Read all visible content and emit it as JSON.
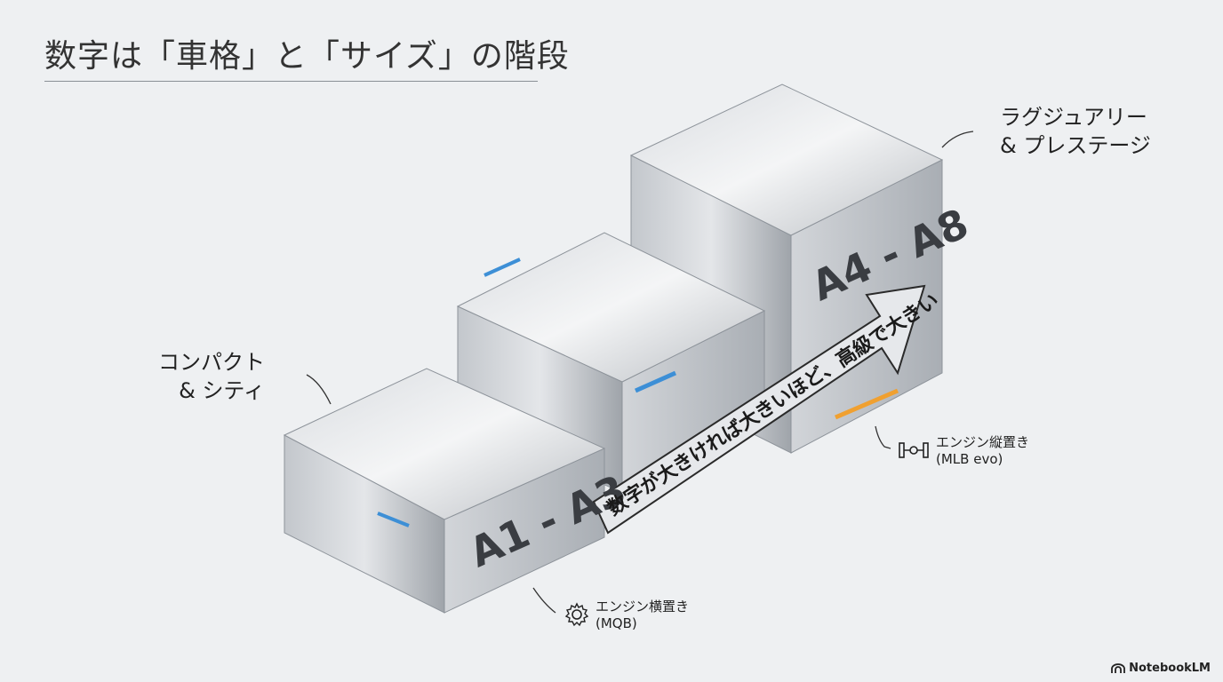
{
  "title": "数字は「車格」と「サイズ」の階段",
  "tiers": [
    {
      "label": "A1 - A3",
      "category": "コンパクト\n& シティ",
      "category_lines": [
        "コンパクト",
        "& シティ"
      ],
      "engine": "エンジン横置き",
      "platform": "(MQB)",
      "engine_icon": "gear-icon"
    },
    {
      "label": "A4 - A8",
      "category_lines": [
        "ラグジュアリー",
        "& プレステージ"
      ],
      "engine": "エンジン縦置き",
      "platform": "(MLB evo)",
      "engine_icon": "drivetrain-icon"
    }
  ],
  "arrow_text": "数字が大きければ大きいほど、高級で大きい",
  "brand": "NotebookLM",
  "colors": {
    "accent_blue": "#3d8fd6",
    "accent_orange": "#f0a030",
    "metal": "#c8ccd1"
  }
}
